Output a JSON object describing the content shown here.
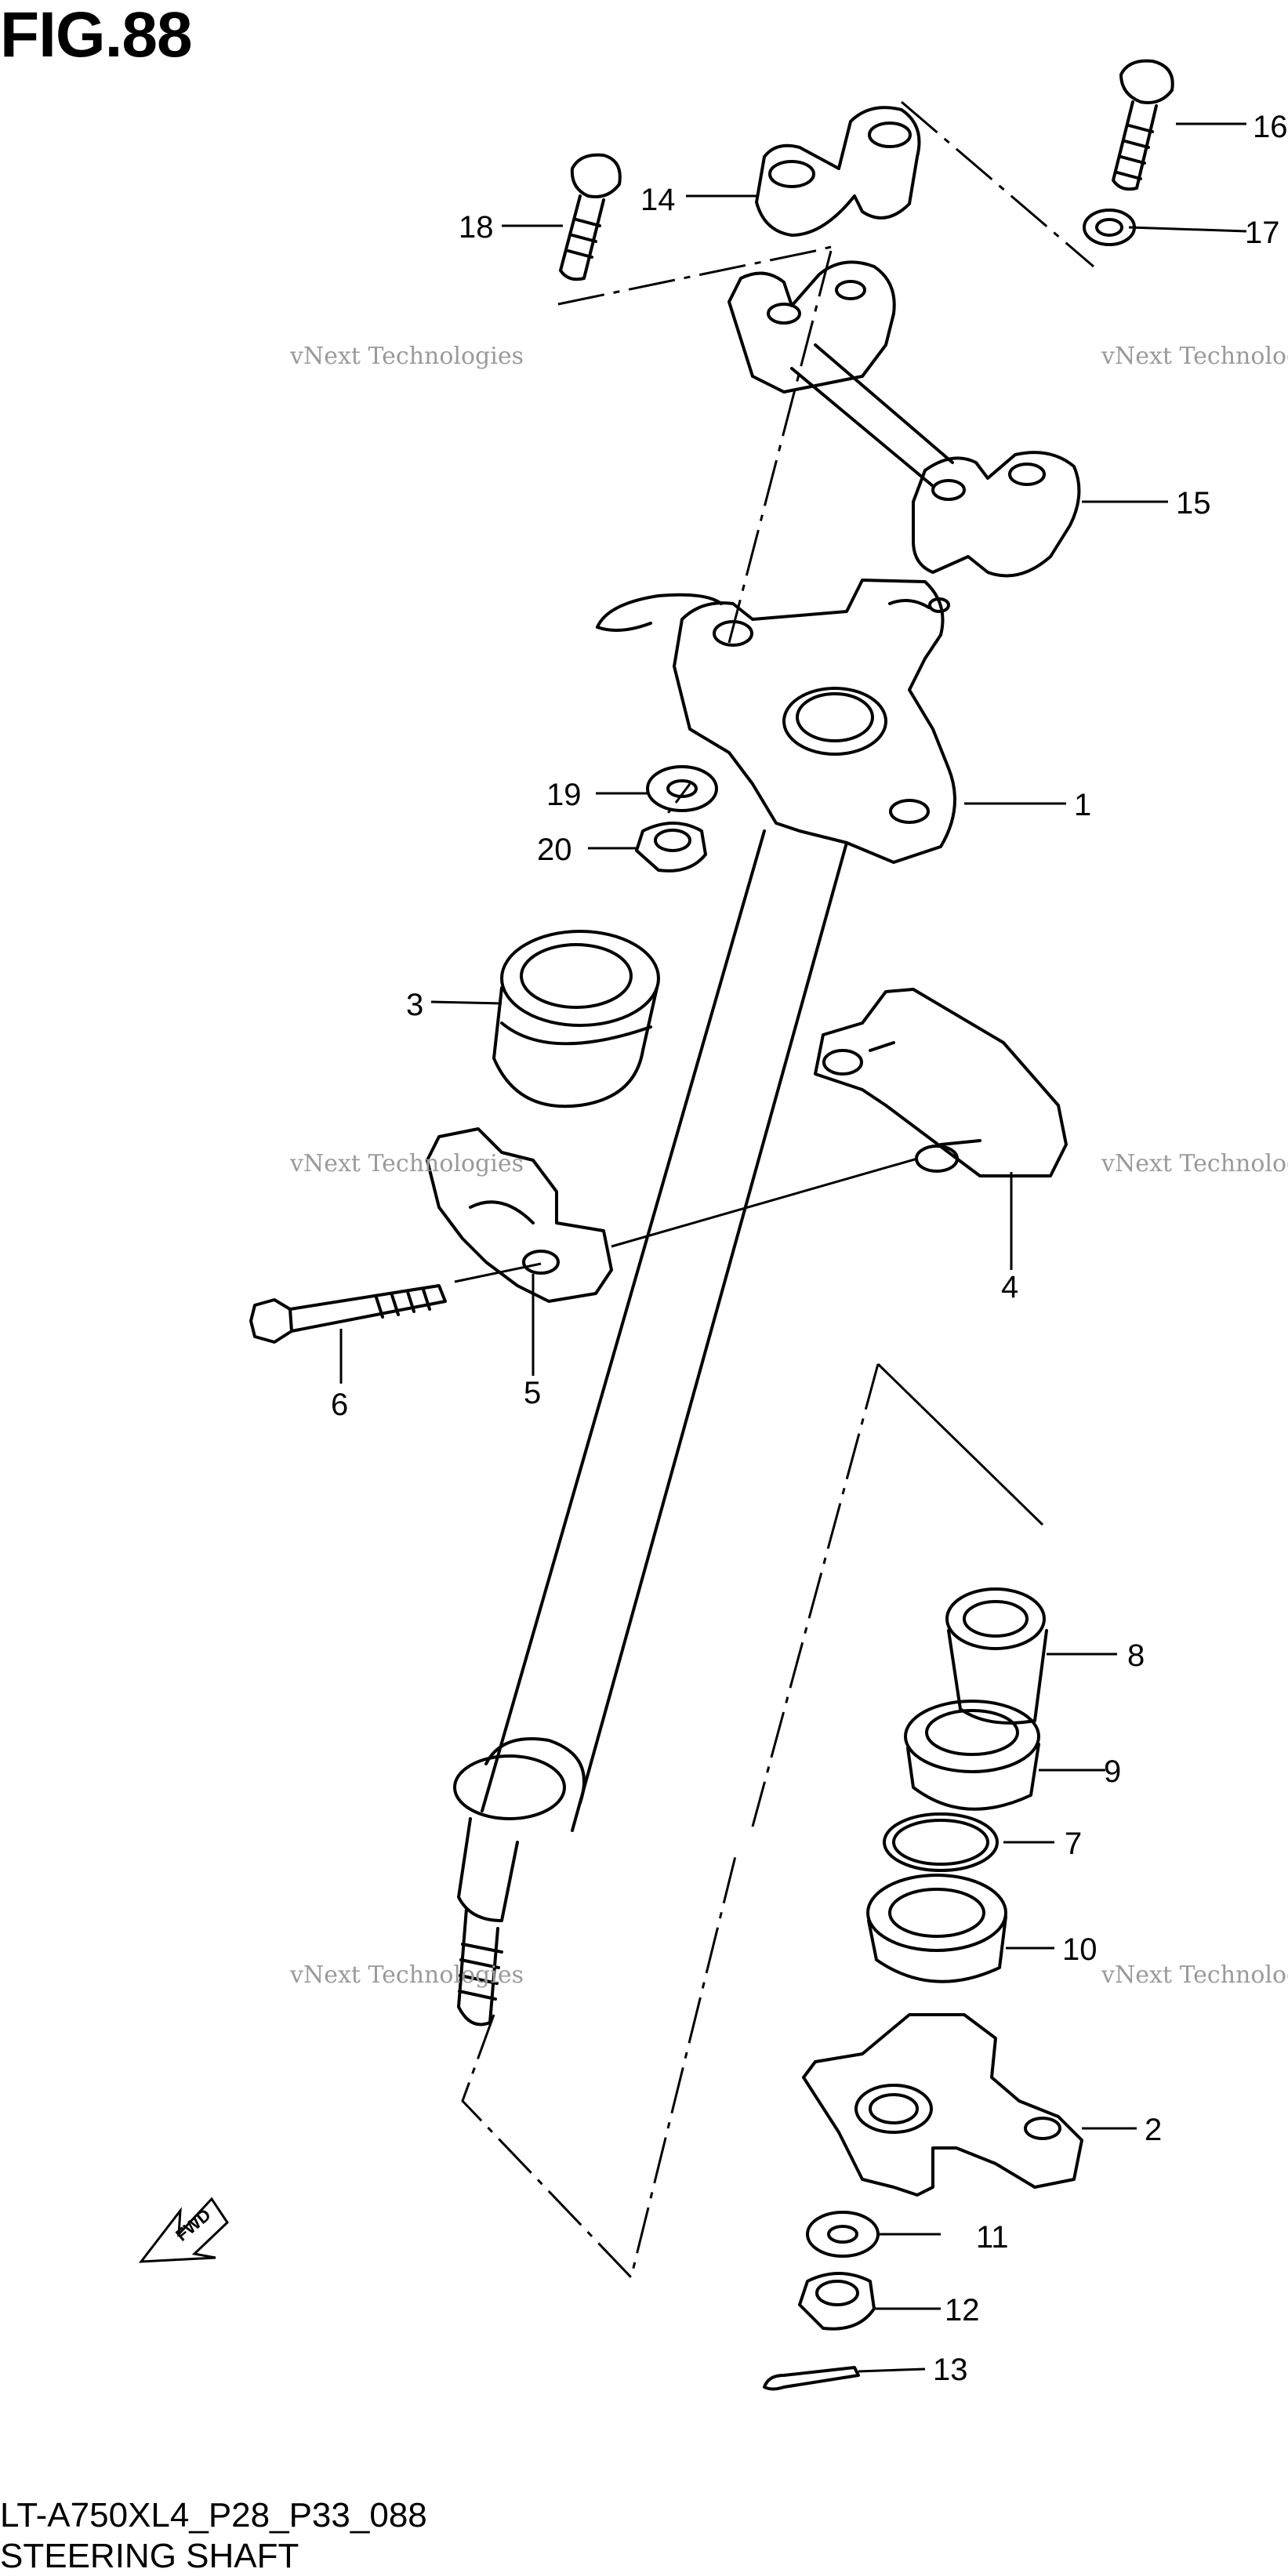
{
  "figure": {
    "title": "FIG.88",
    "code": "LT-A750XL4_P28_P33_088",
    "name": "STEERING SHAFT"
  },
  "watermark": {
    "line1": "vNext Technologies",
    "line2": "vNext Technologies"
  },
  "direction_badge": "FWD",
  "callouts": {
    "c1": "1",
    "c2": "2",
    "c3": "3",
    "c4": "4",
    "c5": "5",
    "c6": "6",
    "c7": "7",
    "c8": "8",
    "c9": "9",
    "c10": "10",
    "c11": "11",
    "c12": "12",
    "c13": "13",
    "c14": "14",
    "c15": "15",
    "c16": "16",
    "c17": "17",
    "c18": "18",
    "c19": "19",
    "c20": "20"
  },
  "colors": {
    "line": "#000000",
    "watermark": "#bdbdbd",
    "background": "#ffffff"
  }
}
